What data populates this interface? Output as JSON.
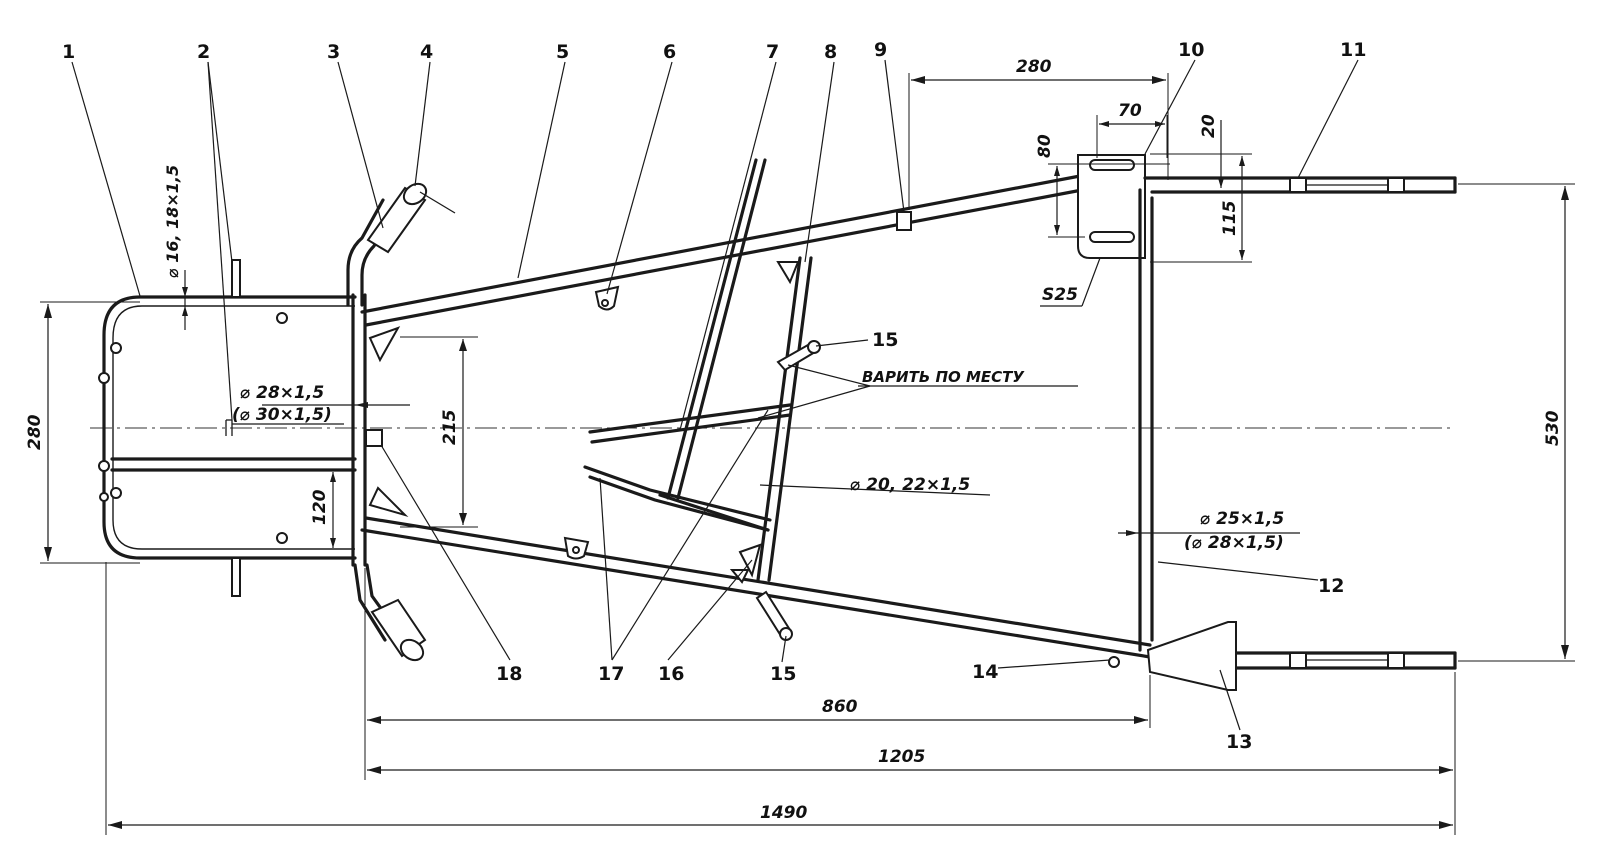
{
  "part_numbers": [
    "1",
    "2",
    "3",
    "4",
    "5",
    "6",
    "7",
    "8",
    "9",
    "10",
    "11",
    "12",
    "13",
    "14",
    "15",
    "15",
    "16",
    "17",
    "18"
  ],
  "dimensions": {
    "overall_length": "1490",
    "frame_length": "1205",
    "side_rail_length": "860",
    "top_offset": "280",
    "plate_width": "70",
    "plate_slot_height": "80",
    "plate_to_tube": "20",
    "plate_height": "115",
    "front_width": "280",
    "rear_width": "530",
    "inner_width": "215",
    "bumper_spacing": "120",
    "plate_thickness": "S25"
  },
  "tube_sizes": {
    "front_bumper": "⌀ 16, 18×1,5",
    "main_tube": "⌀ 28×1,5",
    "main_tube_alt": "(⌀ 30×1,5)",
    "seat_tube": "⌀ 20, 22×1,5",
    "rear_axle_tube": "⌀ 25×1,5",
    "rear_axle_tube_alt": "(⌀ 28×1,5)"
  },
  "notes": {
    "weld_in_place": "ВАРИТЬ ПО МЕСТУ"
  }
}
